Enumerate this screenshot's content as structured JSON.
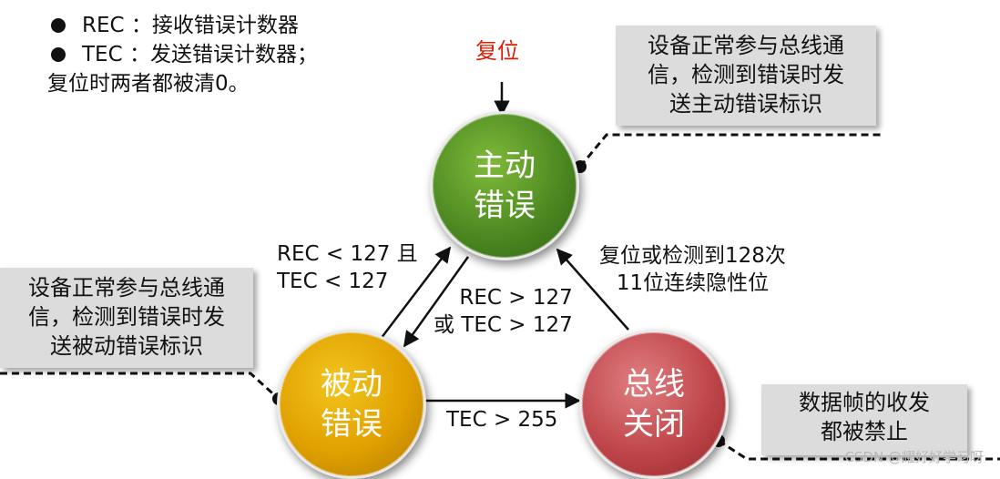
{
  "legend": {
    "line1": "REC ：接收错误计数器",
    "line2": "TEC ：发送错误计数器；",
    "line3": "复位时两者都被清0。"
  },
  "reset_label": "复位",
  "states": {
    "active": {
      "line1": "主动",
      "line2": "错误"
    },
    "passive": {
      "line1": "被动",
      "line2": "错误"
    },
    "busoff": {
      "line1": "总线",
      "line2": "关闭"
    }
  },
  "notes": {
    "active": {
      "line1": "设备正常参与总线通",
      "line2": "信，检测到错误时发",
      "line3": "送主动错误标识"
    },
    "passive": {
      "line1": "设备正常参与总线通",
      "line2": "信，检测到错误时发",
      "line3": "送被动错误标识"
    },
    "busoff": {
      "line1": "数据帧的收发",
      "line2": "都被禁止"
    }
  },
  "transitions": {
    "passive_to_active": {
      "line1": "REC < 127 且",
      "line2": "TEC < 127"
    },
    "active_to_passive": {
      "line1": "REC > 127",
      "line2": "或 TEC > 127"
    },
    "passive_to_busoff": "TEC > 255",
    "busoff_to_active": {
      "line1": "复位或检测到128次",
      "line2": "11位连续隐性位"
    }
  },
  "watermark": "CSDN @耀好好学习呀",
  "colors": {
    "active": "#4e8a22",
    "passive": "#e0a000",
    "busoff": "#c0474b",
    "reset": "#d81e06",
    "note_bg": "#dcdcdc"
  }
}
